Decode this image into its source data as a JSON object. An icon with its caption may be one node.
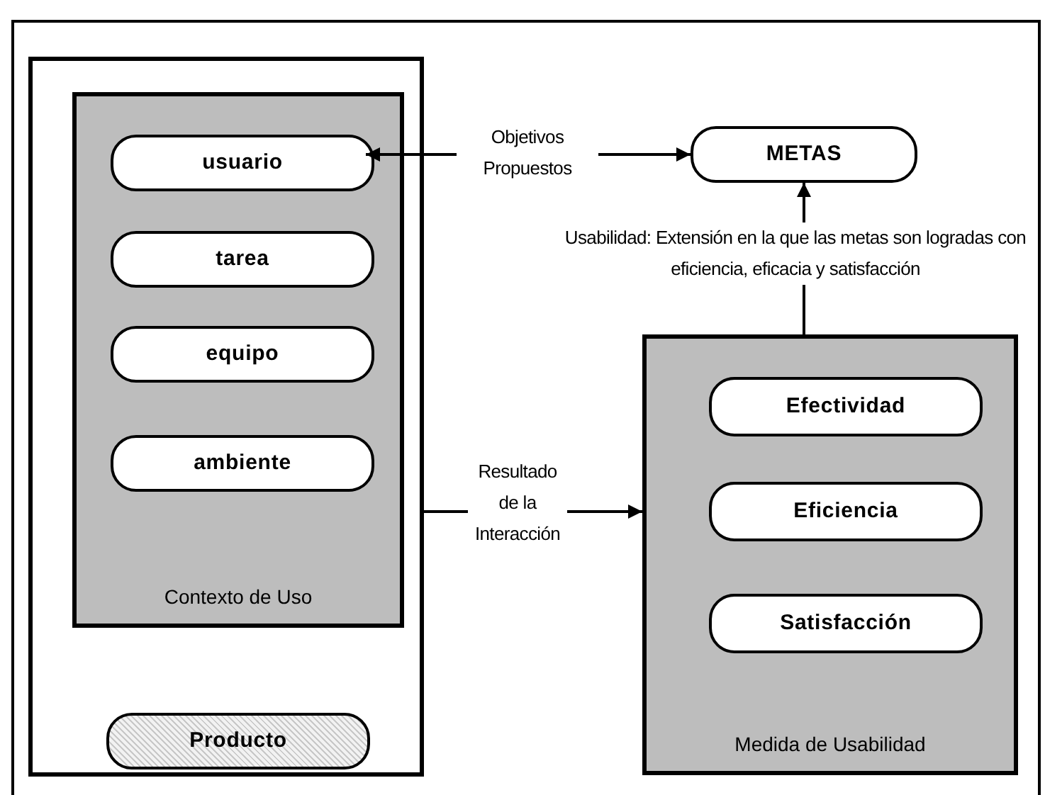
{
  "diagram": {
    "nodes": [
      {
        "text": [],
        "shape": "box"
      },
      {
        "text": [
          "Contexto de Uso"
        ],
        "in": 0
      },
      {
        "text": [
          "usuario"
        ],
        "in": 1
      },
      {
        "text": [
          "tarea"
        ],
        "in": 1
      },
      {
        "text": [
          "equipo"
        ],
        "in": 1
      },
      {
        "text": [
          "ambiente"
        ],
        "in": 1
      },
      {
        "text": [
          "Producto"
        ],
        "in": 0
      },
      {
        "text": [
          "METAS"
        ]
      },
      {
        "text": [
          "Medida de Usabilidad"
        ]
      },
      {
        "text": [
          "Efectividad"
        ],
        "in": 8
      },
      {
        "text": [
          "Eficiencia"
        ],
        "in": 8
      },
      {
        "text": [
          "Satisfacción"
        ],
        "in": 8
      }
    ],
    "edges": [
      {
        "from": 2,
        "to": 7,
        "arrow": "both",
        "label": "Objetivos Propuestos"
      },
      {
        "from": 0,
        "to": 8,
        "arrow": "to",
        "label": "Resultado de la Interacción"
      },
      {
        "from": 8,
        "to": 7,
        "arrow": "to",
        "label": "Usabilidad: Extensión en la que las metas son logradas con eficiencia, eficacia y satisfacción"
      }
    ]
  }
}
